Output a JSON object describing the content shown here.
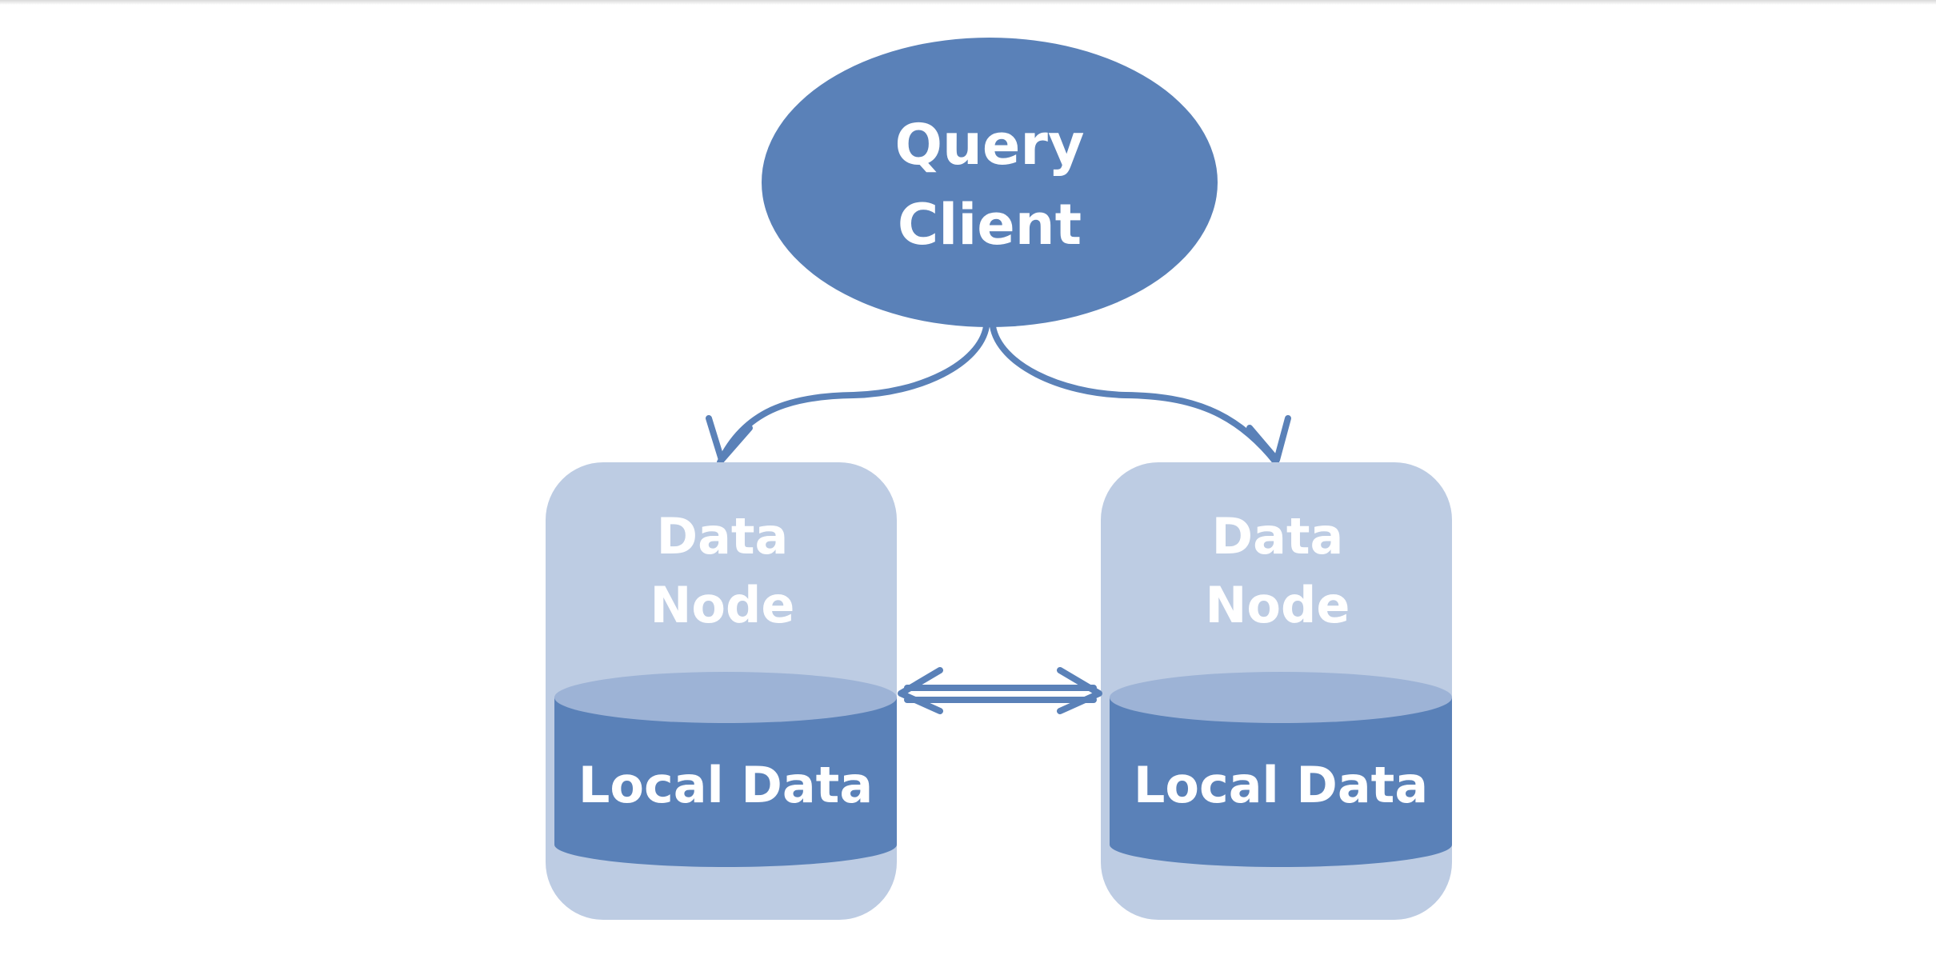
{
  "colors": {
    "accent": "#5A81B8",
    "node_fill": "#BDCCE3",
    "db_top": "#9DB3D6",
    "text": "#FFFFFF"
  },
  "diagram": {
    "query_client": {
      "line1": "Query",
      "line2": "Client"
    },
    "nodes": [
      {
        "title_line1": "Data",
        "title_line2": "Node",
        "storage": "Local Data"
      },
      {
        "title_line1": "Data",
        "title_line2": "Node",
        "storage": "Local Data"
      }
    ]
  }
}
